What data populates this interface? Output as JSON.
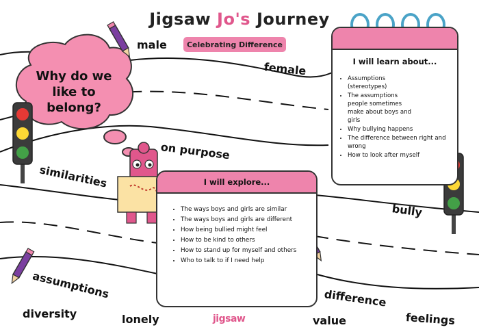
{
  "header": {
    "title_part1": "Jigsaw ",
    "title_accent": "Jo's",
    "title_part2": " Journey",
    "subtitle": "Celebrating Difference"
  },
  "cloud": {
    "question": "Why do we like to belong?"
  },
  "learn_card": {
    "heading": "I will learn about...",
    "items": [
      "Assumptions (stereotypes)",
      "The assumptions people sometimes make about boys and girls",
      "Why bullying happens",
      "The difference between right and wrong",
      "How to look after myself"
    ]
  },
  "explore_card": {
    "heading": "I will explore...",
    "items": [
      "The ways boys and girls are similar",
      "The ways boys and girls are different",
      "How being bullied might feel",
      "How to be kind to others",
      "How to stand up for myself and others",
      "Who to talk to if I need help"
    ]
  },
  "words": {
    "male": "male",
    "female": "female",
    "on_purpose": "on purpose",
    "similarities": "similarities",
    "bully": "bully",
    "assumptions": "assumptions",
    "difference": "difference",
    "diversity": "diversity",
    "lonely": "lonely",
    "value": "value",
    "feelings": "feelings"
  },
  "logo": {
    "text": "jigsaw"
  },
  "colors": {
    "accent_pink": "#e0578c",
    "card_header_pink": "#ee84ac",
    "cloud_pink": "#f48fb1",
    "pencil_purple": "#7b3fa0",
    "road_line": "#111111"
  },
  "icons": [
    "pencil-icon",
    "traffic-light-icon",
    "lightbulb-icon",
    "brain-icon",
    "heart-puzzle-icon",
    "jigsaw-jo-character",
    "calendar-rings-icon"
  ]
}
